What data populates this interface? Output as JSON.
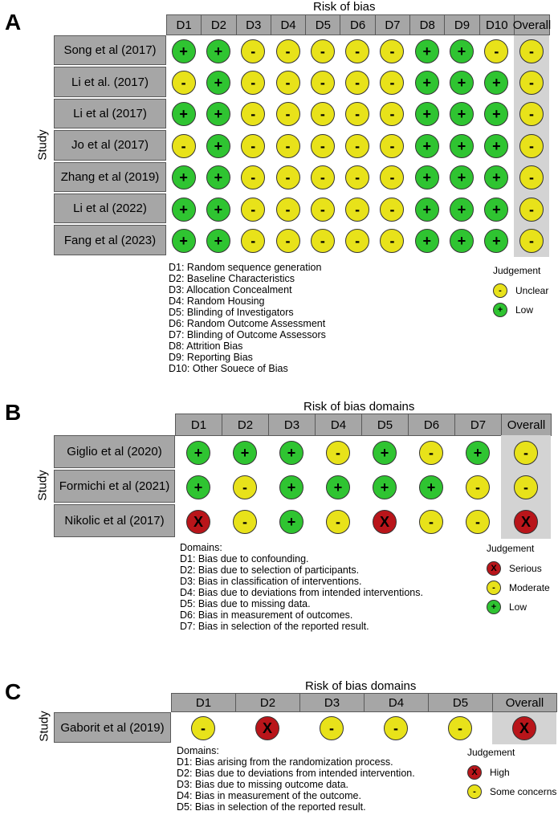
{
  "panelA": {
    "label": "A",
    "title": "Risk of bias",
    "y_label": "Study",
    "domains": [
      "D1",
      "D2",
      "D3",
      "D4",
      "D5",
      "D6",
      "D7",
      "D8",
      "D9",
      "D10",
      "Overall"
    ],
    "studies": [
      {
        "name": "Song et al (2017)",
        "ratings": [
          "+",
          "+",
          "-",
          "-",
          "-",
          "-",
          "-",
          "+",
          "+",
          "-",
          "-"
        ]
      },
      {
        "name": "Li et al. (2017)",
        "ratings": [
          "-",
          "+",
          "-",
          "-",
          "-",
          "-",
          "-",
          "+",
          "+",
          "+",
          "-"
        ]
      },
      {
        "name": "Li et al (2017)",
        "ratings": [
          "+",
          "+",
          "-",
          "-",
          "-",
          "-",
          "-",
          "+",
          "+",
          "+",
          "-"
        ]
      },
      {
        "name": "Jo et al (2017)",
        "ratings": [
          "-",
          "+",
          "-",
          "-",
          "-",
          "-",
          "-",
          "+",
          "+",
          "+",
          "-"
        ]
      },
      {
        "name": "Zhang et al (2019)",
        "ratings": [
          "+",
          "+",
          "-",
          "-",
          "-",
          "-",
          "-",
          "+",
          "+",
          "+",
          "-"
        ]
      },
      {
        "name": "Li et al (2022)",
        "ratings": [
          "+",
          "+",
          "-",
          "-",
          "-",
          "-",
          "-",
          "+",
          "+",
          "+",
          "-"
        ]
      },
      {
        "name": "Fang et al (2023)",
        "ratings": [
          "+",
          "+",
          "-",
          "-",
          "-",
          "-",
          "-",
          "+",
          "+",
          "+",
          "-"
        ]
      }
    ],
    "legend_lines": [
      "D1: Random sequence generation",
      "D2: Baseline Characteristics",
      "D3: Allocation Concealment",
      "D4: Random Housing",
      "D5: Blinding of Investigators",
      "D6: Random Outcome Assessment",
      "D7: Blinding of Outcome Assessors",
      "D8: Attrition Bias",
      "D9: Reporting Bias",
      "D10: Other Souece of Bias"
    ],
    "judgement_title": "Judgement",
    "judgement": [
      {
        "symbol": "-",
        "kind": "unclear",
        "label": "Unclear"
      },
      {
        "symbol": "+",
        "kind": "low",
        "label": "Low"
      }
    ]
  },
  "panelB": {
    "label": "B",
    "title": "Risk of bias domains",
    "y_label": "Study",
    "domains": [
      "D1",
      "D2",
      "D3",
      "D4",
      "D5",
      "D6",
      "D7",
      "Overall"
    ],
    "studies": [
      {
        "name": "Giglio et al (2020)",
        "ratings": [
          "+",
          "+",
          "+",
          "-",
          "+",
          "-",
          "+",
          "-"
        ]
      },
      {
        "name": "Formichi et al (2021)",
        "ratings": [
          "+",
          "-",
          "+",
          "+",
          "+",
          "+",
          "-",
          "-"
        ]
      },
      {
        "name": "Nikolic et al (2017)",
        "ratings": [
          "X",
          "-",
          "+",
          "-",
          "X",
          "-",
          "-",
          "X"
        ]
      }
    ],
    "legend_title": "Domains:",
    "legend_lines": [
      "D1: Bias due to confounding.",
      "D2: Bias due to selection of participants.",
      "D3: Bias in classification of interventions.",
      "D4: Bias due to deviations from intended interventions.",
      "D5: Bias due to missing data.",
      "D6: Bias in measurement of outcomes.",
      "D7: Bias in selection of the reported result."
    ],
    "judgement_title": "Judgement",
    "judgement": [
      {
        "symbol": "X",
        "kind": "high",
        "label": "Serious"
      },
      {
        "symbol": "-",
        "kind": "mod",
        "label": "Moderate"
      },
      {
        "symbol": "+",
        "kind": "low",
        "label": "Low"
      }
    ]
  },
  "panelC": {
    "label": "C",
    "title": "Risk of bias domains",
    "y_label": "Study",
    "domains": [
      "D1",
      "D2",
      "D3",
      "D4",
      "D5",
      "Overall"
    ],
    "studies": [
      {
        "name": "Gaborit et al (2019)",
        "ratings": [
          "-",
          "X",
          "-",
          "-",
          "-",
          "X"
        ]
      }
    ],
    "legend_title": "Domains:",
    "legend_lines": [
      "D1: Bias arising from the randomization process.",
      "D2: Bias due to deviations from intended intervention.",
      "D3: Bias due to missing outcome data.",
      "D4: Bias in measurement of the outcome.",
      "D5: Bias in selection of the reported result."
    ],
    "judgement_title": "Judgement",
    "judgement": [
      {
        "symbol": "X",
        "kind": "high",
        "label": "High"
      },
      {
        "symbol": "-",
        "kind": "mod",
        "label": "Some concerns"
      }
    ]
  },
  "colors": {
    "low": "#2fc431",
    "unclear": "#e8e21a",
    "high": "#b9151a",
    "header": "#a6a6a6",
    "overall": "#d3d3d3"
  }
}
